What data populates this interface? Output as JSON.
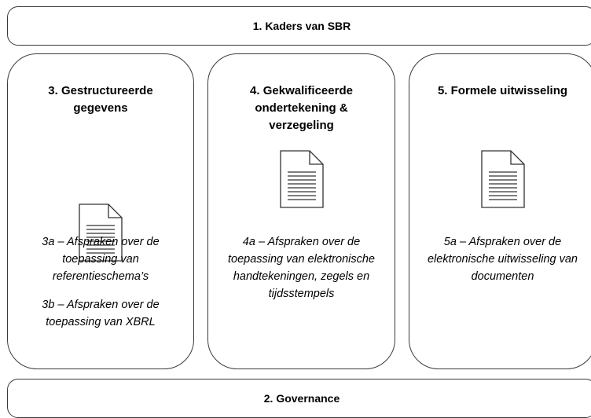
{
  "top_bar": {
    "label": "1. Kaders van SBR"
  },
  "bottom_bar": {
    "label": "2. Governance"
  },
  "columns": [
    {
      "title": "3. Gestructureerde gegevens",
      "icon": "document-icon",
      "items": [
        "3a – Afspraken over de toepassing van referentieschema’s",
        "3b – Afspraken over de toepassing van XBRL"
      ]
    },
    {
      "title": "4. Gekwalificeerde ondertekening & verzegeling",
      "icon": "document-icon",
      "items": [
        "4a – Afspraken over de toepassing van elektronische handtekeningen, zegels en tijdsstempels"
      ]
    },
    {
      "title": "5. Formele uitwisseling",
      "icon": "document-icon",
      "items": [
        "5a – Afspraken over de elektronische uitwisseling van documenten"
      ]
    }
  ]
}
